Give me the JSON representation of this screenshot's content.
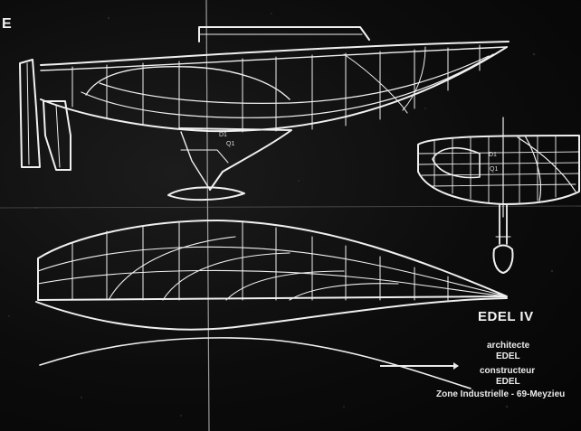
{
  "sheet": {
    "corner_label": "E",
    "title": "EDEL IV",
    "architect_role": "architecte",
    "architect_name": "EDEL",
    "builder_role": "constructeur",
    "builder_name": "EDEL",
    "address": "Zone Industrielle - 69-Meyzieu",
    "profile_marks": [
      "D1",
      "Q1"
    ],
    "section_marks": [
      "D1",
      "Q1"
    ]
  },
  "colors": {
    "background": "#0c0c0c",
    "lines": "#f0f0f0"
  }
}
